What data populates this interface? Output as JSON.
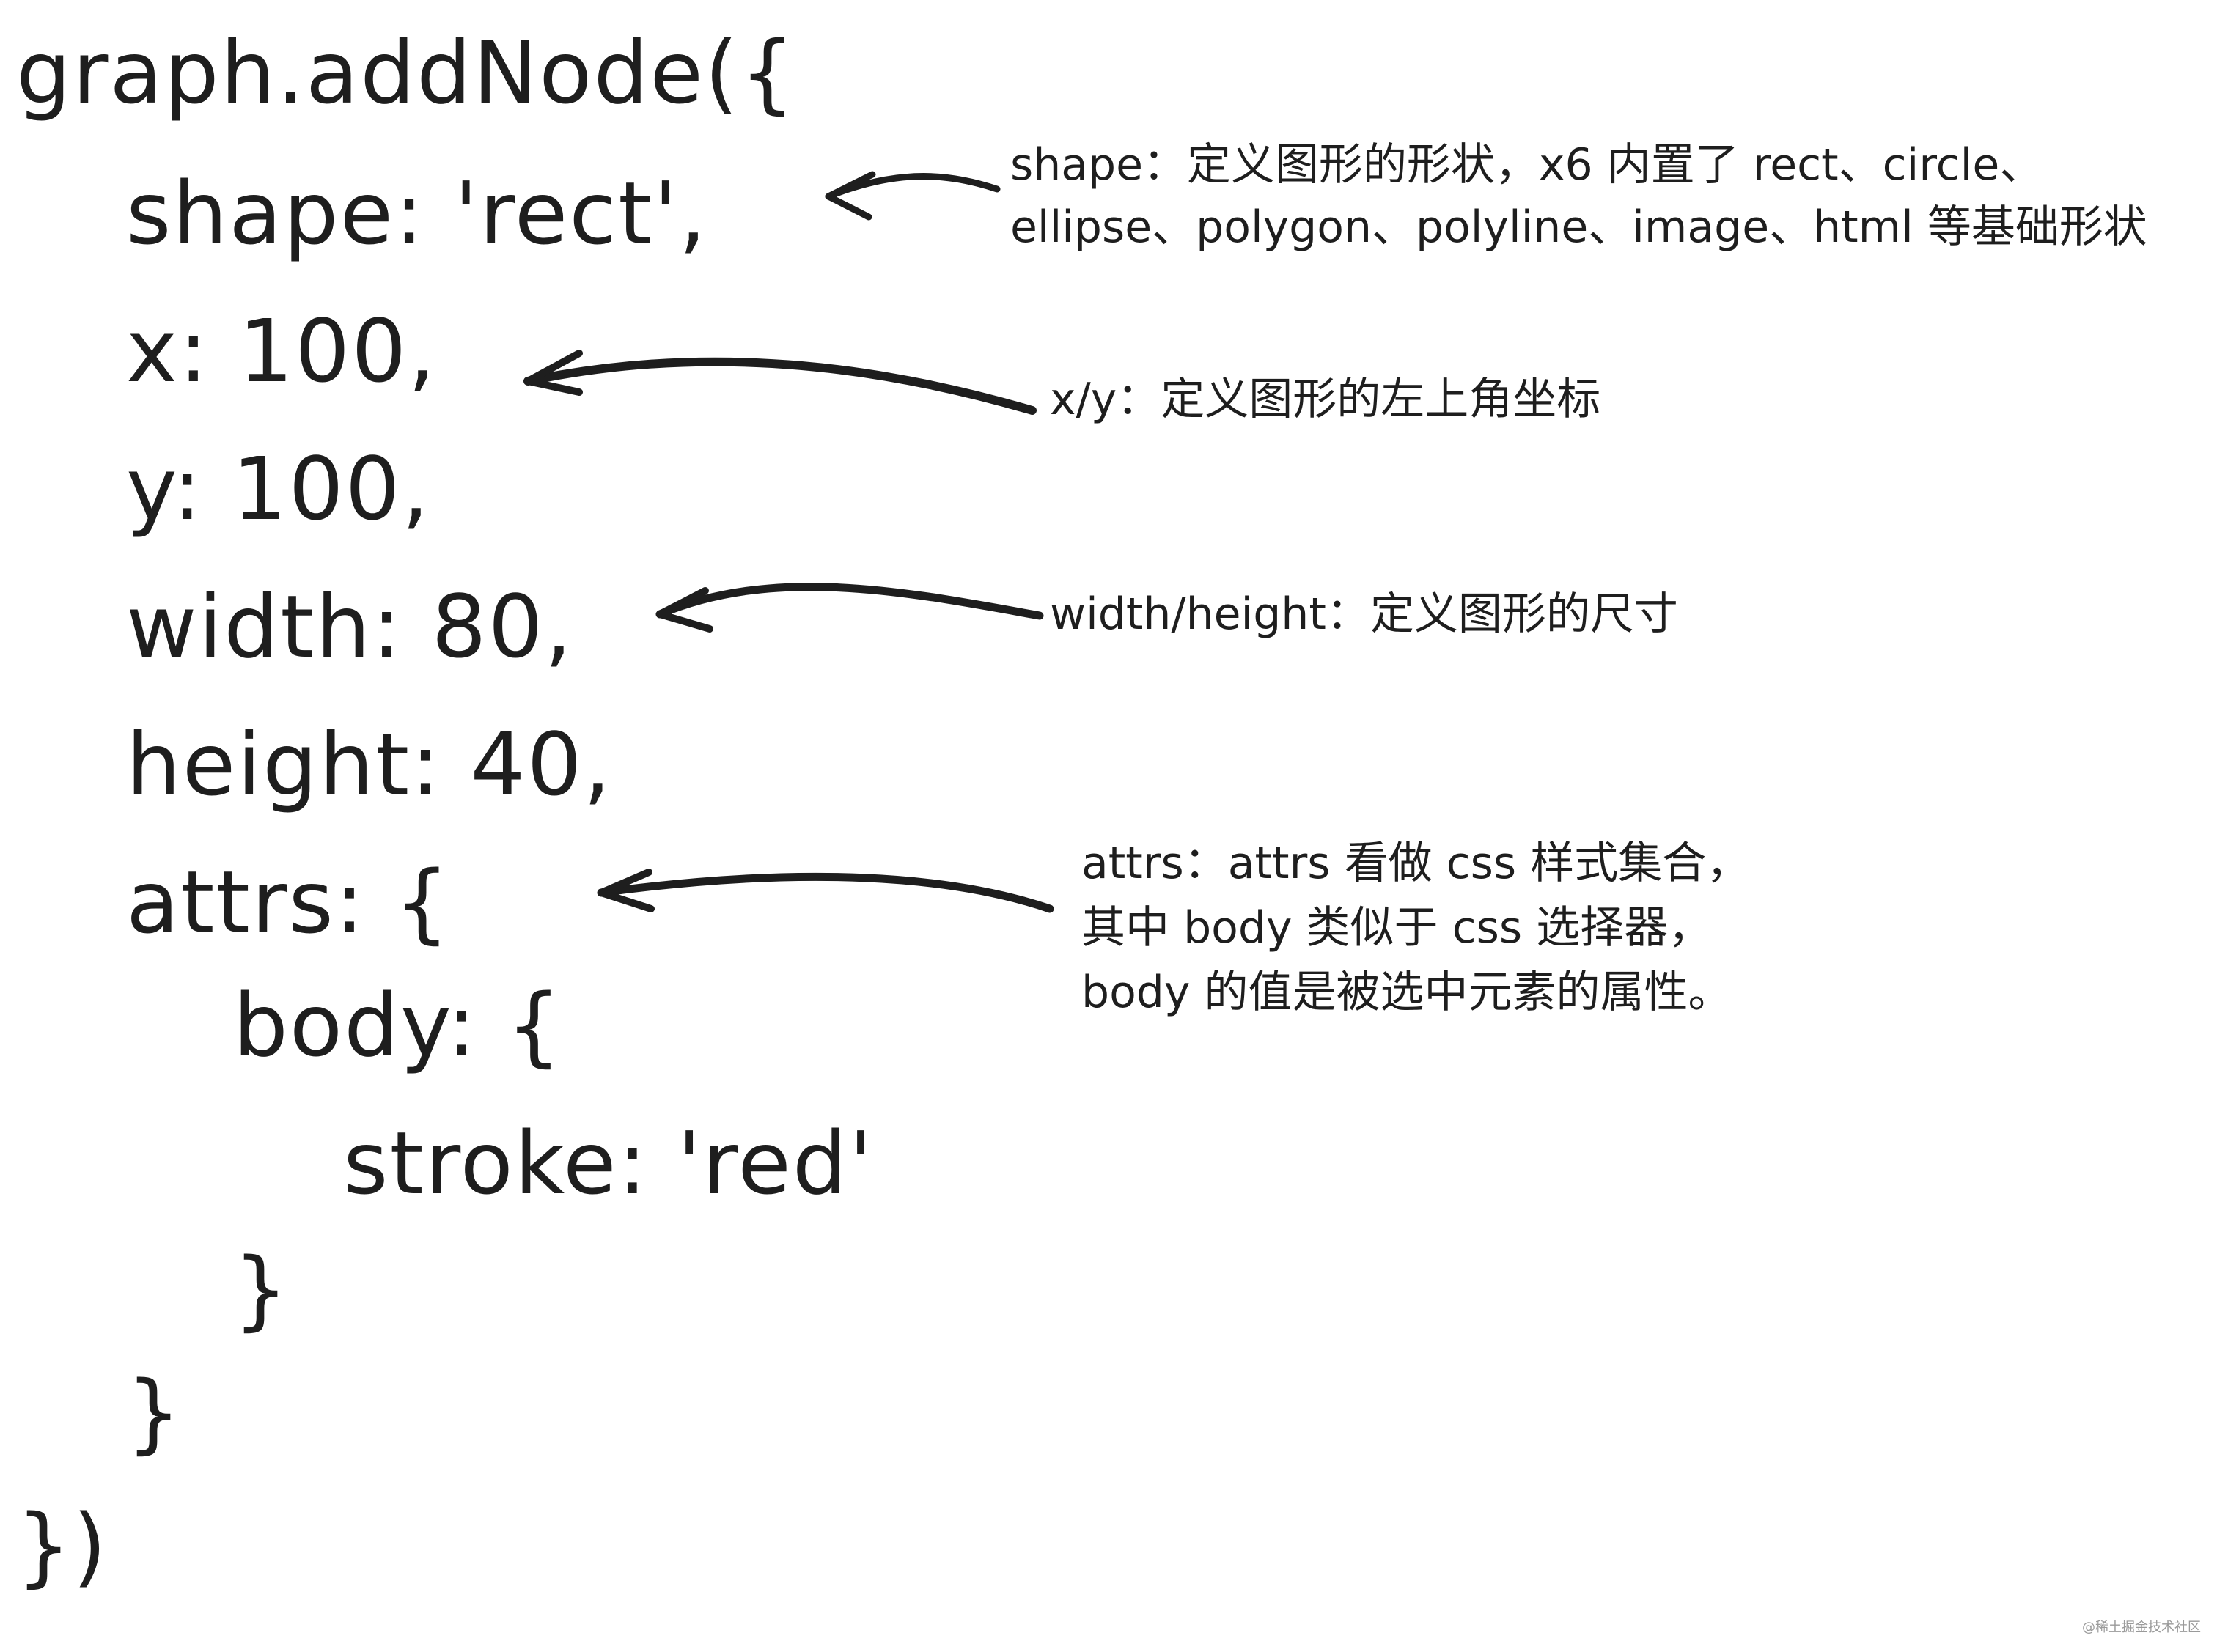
{
  "code": {
    "lines": [
      "graph.addNode({",
      "shape: 'rect',",
      "x: 100,",
      "y: 100,",
      "width: 80,",
      "height: 40,",
      "attrs: {",
      "body: {",
      "stroke: 'red'",
      "}",
      "}",
      "})"
    ]
  },
  "annotations": {
    "shape": [
      "shape：定义图形的形状，x6 内置了 rect、circle、",
      "ellipse、polygon、polyline、image、html 等基础形状"
    ],
    "xy": [
      "x/y：定义图形的左上角坐标"
    ],
    "size": [
      "width/height：定义图形的尺寸"
    ],
    "attrs": [
      "attrs：attrs 看做 css 样式集合，",
      "其中 body 类似于 css 选择器，",
      "body 的值是被选中元素的属性。"
    ]
  },
  "watermark": "@稀土掘金技术社区",
  "colors": {
    "ink": "#1e1e1e",
    "background": "#ffffff",
    "watermark": "#9a9a9a"
  }
}
